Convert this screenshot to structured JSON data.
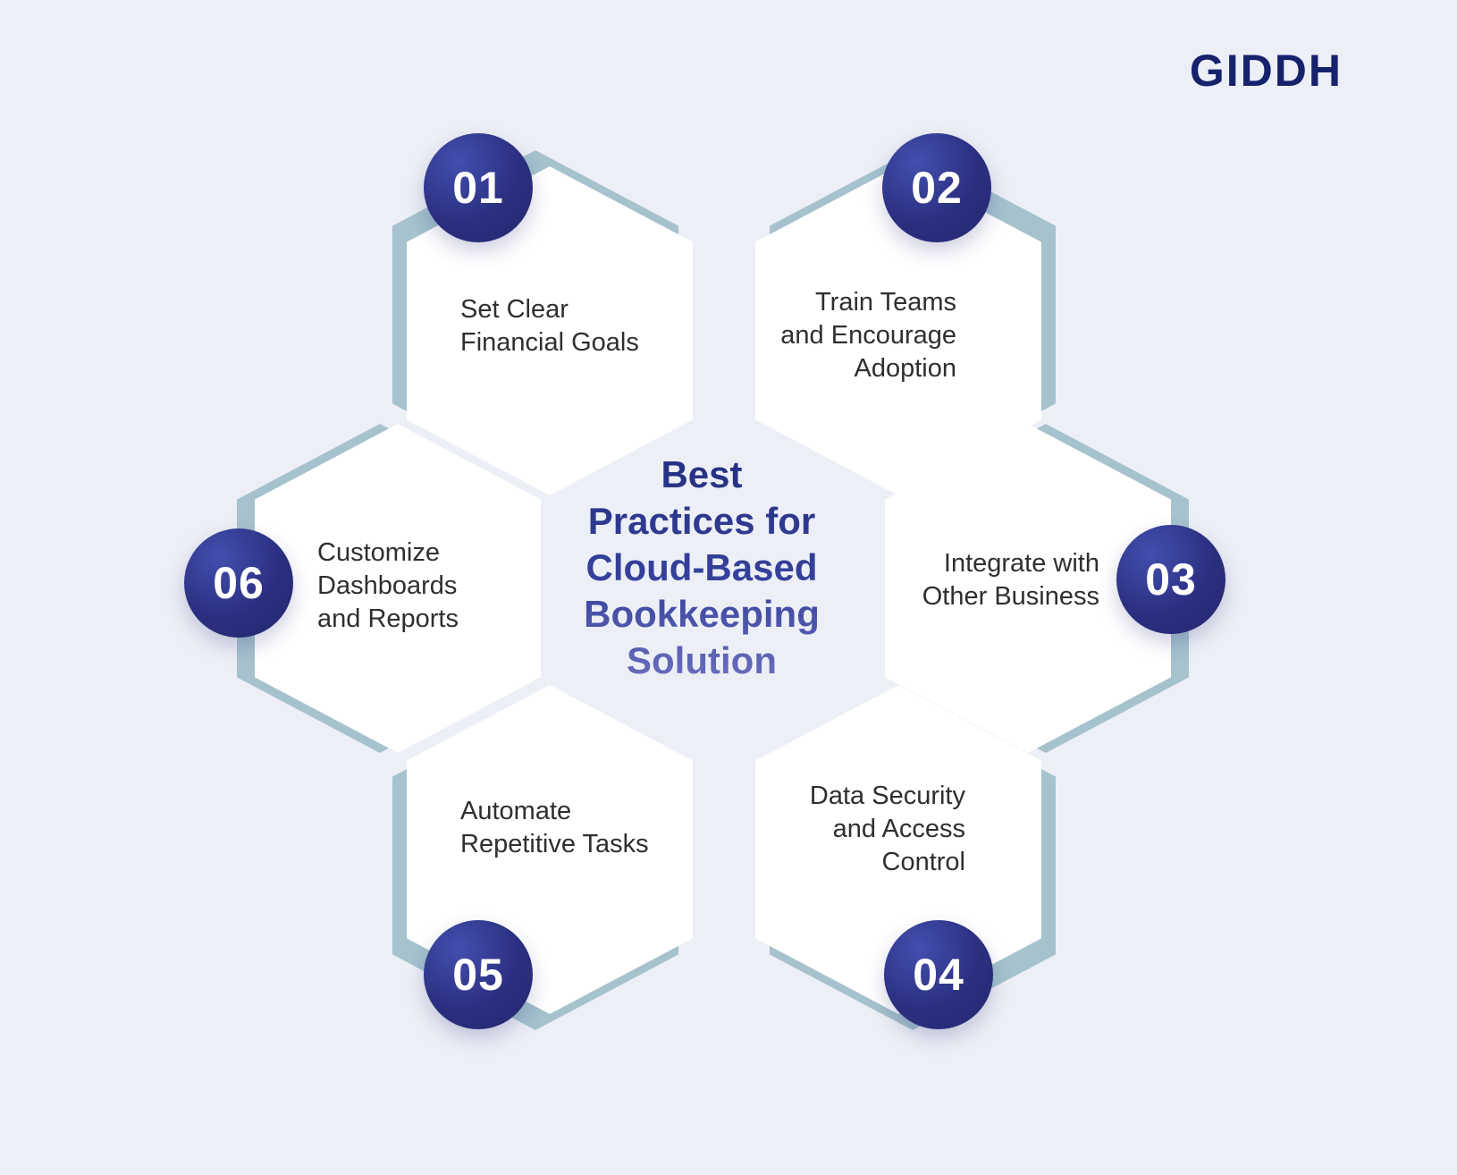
{
  "logo": {
    "text": "GIDDH"
  },
  "title": {
    "text": "Best\nPractices for\nCloud-Based\nBookkeeping\nSolution"
  },
  "items": [
    {
      "number": "01",
      "label": "Set Clear\nFinancial Goals"
    },
    {
      "number": "02",
      "label": "Train Teams\nand Encourage\nAdoption"
    },
    {
      "number": "03",
      "label": "Integrate with\nOther Business"
    },
    {
      "number": "04",
      "label": "Data Security\nand Access\nControl"
    },
    {
      "number": "05",
      "label": "Automate\nRepetitive Tasks"
    },
    {
      "number": "06",
      "label": "Customize\nDashboards\nand Reports"
    }
  ],
  "colors": {
    "background": "#edeff6",
    "hexagon_face": "#ffffff",
    "hexagon_accent": "#a5c2cd",
    "badge": "#2e3192",
    "title": "#2e3a94",
    "label_text": "#2f2f33",
    "logo": "#16226b"
  }
}
